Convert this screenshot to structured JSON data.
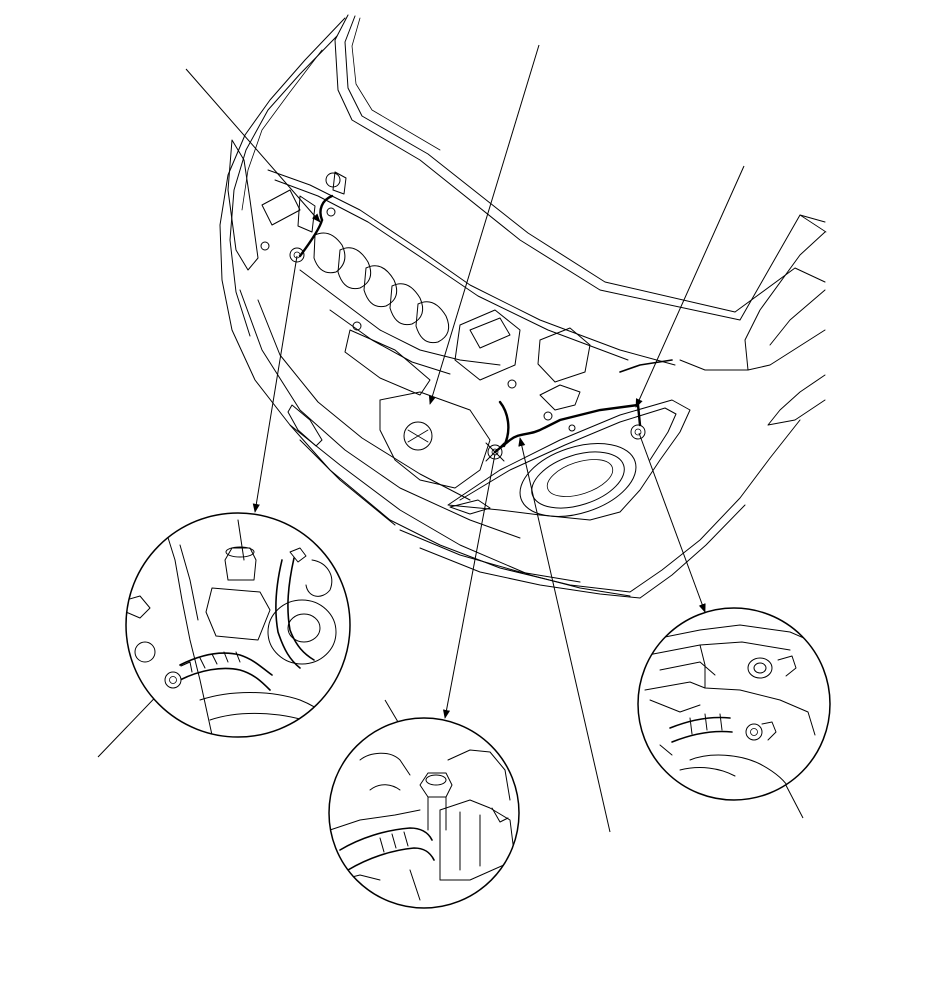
{
  "colors": {
    "ink": "#000000",
    "background": "#ffffff"
  },
  "callouts": [
    {
      "id": "engine-bay-top-left",
      "label": ""
    },
    {
      "id": "connector-center",
      "label": ""
    },
    {
      "id": "headlight-right",
      "label": ""
    },
    {
      "id": "harness-center-lower",
      "label": ""
    }
  ],
  "detail_views": [
    {
      "id": "detail-left-ground",
      "label": ""
    },
    {
      "id": "detail-center-bolt",
      "label": ""
    },
    {
      "id": "detail-right-headlight-bolt",
      "label": ""
    }
  ]
}
